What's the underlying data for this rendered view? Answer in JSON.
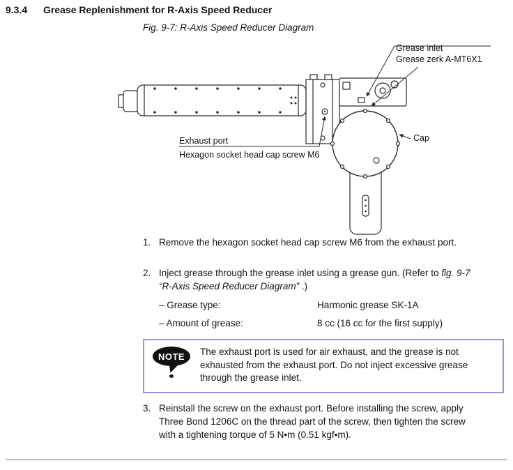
{
  "document": {
    "section_number": "9.3.4",
    "section_title": "Grease Replenishment for R-Axis Speed Reducer",
    "figure_caption": "Fig. 9-7: R-Axis Speed Reducer Diagram"
  },
  "diagram_labels": {
    "grease_inlet": "Grease inlet",
    "grease_zerk": "Grease zerk A-MT6X1",
    "exhaust_port": "Exhaust port",
    "hex_screw": "Hexagon socket head cap screw M6",
    "cap": "Cap"
  },
  "steps": {
    "step1": {
      "number": "1.",
      "text": "Remove the hexagon socket head cap screw M6 from the exhaust port."
    },
    "step2": {
      "number": "2.",
      "text_pre": "Inject grease through the grease inlet using a grease gun.  (Refer to ",
      "text_italic": "fig. 9-7  “R-Axis Speed Reducer Diagram”",
      "text_post": " .)"
    },
    "step3": {
      "number": "3.",
      "text": "Reinstall the screw on the exhaust port.  Before installing the screw, apply Three Bond 1206C on the thread part of the screw, then tighten the screw with a tightening torque of 5 N•m (0.51 kgf•m)."
    }
  },
  "grease_details": [
    {
      "label": "– Grease type:",
      "value": "Harmonic grease SK-1A"
    },
    {
      "label": "– Amount of grease:",
      "value": "8 cc (16 cc for the first supply)"
    }
  ],
  "note": {
    "badge": "NOTE",
    "text": "The exhaust port is used for air exhaust, and the grease is not exhausted from the exhaust port.  Do not inject excessive grease through the grease inlet."
  },
  "colors": {
    "note_border": "#9494d6",
    "line_color": "#2a2a2a"
  }
}
